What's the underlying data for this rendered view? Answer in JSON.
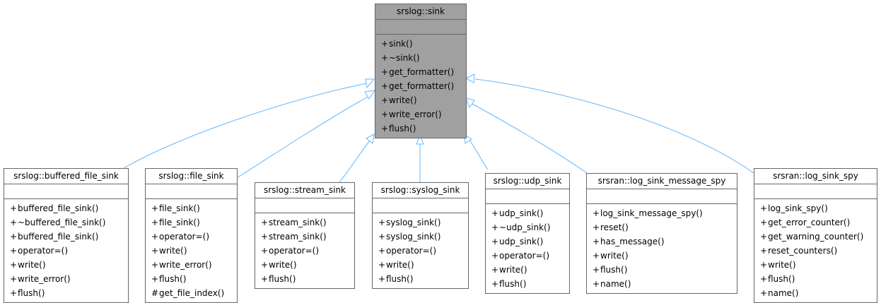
{
  "base": {
    "title": "srslog::sink",
    "ops": [
      {
        "vis": "+",
        "name": "sink()"
      },
      {
        "vis": "+",
        "name": "~sink()"
      },
      {
        "vis": "+",
        "name": "get_formatter()"
      },
      {
        "vis": "+",
        "name": "get_formatter()"
      },
      {
        "vis": "+",
        "name": "write()"
      },
      {
        "vis": "+",
        "name": "write_error()"
      },
      {
        "vis": "+",
        "name": "flush()"
      }
    ]
  },
  "derived": [
    {
      "title": "srslog::buffered_file_sink",
      "ops": [
        {
          "vis": "+",
          "name": "buffered_file_sink()"
        },
        {
          "vis": "+",
          "name": "~buffered_file_sink()"
        },
        {
          "vis": "+",
          "name": "buffered_file_sink()"
        },
        {
          "vis": "+",
          "name": "operator=()"
        },
        {
          "vis": "+",
          "name": "write()"
        },
        {
          "vis": "+",
          "name": "write_error()"
        },
        {
          "vis": "+",
          "name": "flush()"
        }
      ]
    },
    {
      "title": "srslog::file_sink",
      "ops": [
        {
          "vis": "+",
          "name": "file_sink()"
        },
        {
          "vis": "+",
          "name": "file_sink()"
        },
        {
          "vis": "+",
          "name": "operator=()"
        },
        {
          "vis": "+",
          "name": "write()"
        },
        {
          "vis": "+",
          "name": "write_error()"
        },
        {
          "vis": "+",
          "name": "flush()"
        },
        {
          "vis": "#",
          "name": "get_file_index()"
        }
      ]
    },
    {
      "title": "srslog::stream_sink",
      "ops": [
        {
          "vis": "+",
          "name": "stream_sink()"
        },
        {
          "vis": "+",
          "name": "stream_sink()"
        },
        {
          "vis": "+",
          "name": "operator=()"
        },
        {
          "vis": "+",
          "name": "write()"
        },
        {
          "vis": "+",
          "name": "flush()"
        }
      ]
    },
    {
      "title": "srslog::syslog_sink",
      "ops": [
        {
          "vis": "+",
          "name": "syslog_sink()"
        },
        {
          "vis": "+",
          "name": "syslog_sink()"
        },
        {
          "vis": "+",
          "name": "operator=()"
        },
        {
          "vis": "+",
          "name": "write()"
        },
        {
          "vis": "+",
          "name": "flush()"
        }
      ]
    },
    {
      "title": "srslog::udp_sink",
      "ops": [
        {
          "vis": "+",
          "name": "udp_sink()"
        },
        {
          "vis": "+",
          "name": "~udp_sink()"
        },
        {
          "vis": "+",
          "name": "udp_sink()"
        },
        {
          "vis": "+",
          "name": "operator=()"
        },
        {
          "vis": "+",
          "name": "write()"
        },
        {
          "vis": "+",
          "name": "flush()"
        }
      ]
    },
    {
      "title": "srsran::log_sink_message_spy",
      "ops": [
        {
          "vis": "+",
          "name": "log_sink_message_spy()"
        },
        {
          "vis": "+",
          "name": "reset()"
        },
        {
          "vis": "+",
          "name": "has_message()"
        },
        {
          "vis": "+",
          "name": "write()"
        },
        {
          "vis": "+",
          "name": "flush()"
        },
        {
          "vis": "+",
          "name": "name()"
        }
      ]
    },
    {
      "title": "srsran::log_sink_spy",
      "ops": [
        {
          "vis": "+",
          "name": "log_sink_spy()"
        },
        {
          "vis": "+",
          "name": "get_error_counter()"
        },
        {
          "vis": "+",
          "name": "get_warning_counter()"
        },
        {
          "vis": "+",
          "name": "reset_counters()"
        },
        {
          "vis": "+",
          "name": "write()"
        },
        {
          "vis": "+",
          "name": "flush()"
        },
        {
          "vis": "+",
          "name": "name()"
        }
      ]
    }
  ],
  "colors": {
    "edge": "#63b8ff",
    "border": "#666666",
    "base_fill": "#a0a0a0"
  }
}
